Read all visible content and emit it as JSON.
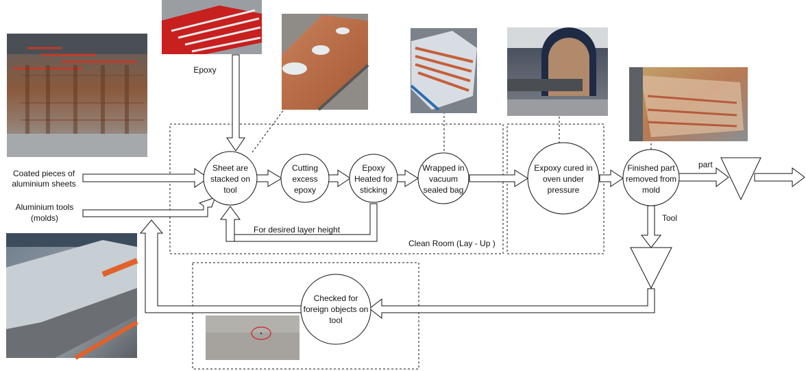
{
  "inputs": {
    "coated_sheets": [
      "Coated pieces of",
      "aluminium sheets"
    ],
    "aluminium_tools": [
      "Aluminium tools",
      "(molds)"
    ],
    "epoxy": "Epoxy"
  },
  "nodes": {
    "stack": [
      "Sheet are",
      "stacked on",
      "tool"
    ],
    "cut": [
      "Cutting",
      "excess",
      "epoxy"
    ],
    "heat": [
      "Epoxy",
      "Heated for",
      "sticking"
    ],
    "wrap": [
      "Wrapped in",
      "vacuum",
      "sealed bag"
    ],
    "cure": [
      "Expoxy cured in",
      "oven under",
      "pressure"
    ],
    "finish": [
      "Finished part",
      "removed from",
      "mold"
    ],
    "check": [
      "Checked for",
      "foreign objects on",
      "tool"
    ]
  },
  "edge_labels": {
    "loop": "For desired layer height",
    "part": "part",
    "tool": "Tool"
  },
  "regions": {
    "clean_room": "Clean Room (Lay - Up )"
  },
  "photos": {
    "hanging_sheets": "photo",
    "epoxy_sheet": "photo",
    "stacked_tool": "photo",
    "bagged_part": "photo",
    "autoclave": "photo",
    "finished_part": "photo",
    "molds": "photo",
    "inspection": "photo"
  },
  "colors": {
    "line": "#111111",
    "photo_metal": "#8a8f94",
    "photo_copper": "#b5643a",
    "photo_red": "#cc1f1f",
    "inspection_mark": "#d22020"
  }
}
